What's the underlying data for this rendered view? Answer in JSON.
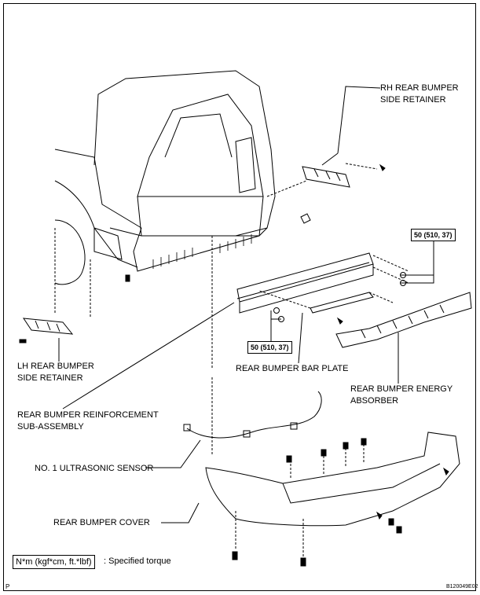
{
  "labels": {
    "rh_retainer": [
      "RH REAR BUMPER",
      "SIDE RETAINER"
    ],
    "lh_retainer": [
      "LH REAR BUMPER",
      "SIDE RETAINER"
    ],
    "bar_plate": "REAR BUMPER BAR PLATE",
    "energy_absorber": [
      "REAR BUMPER ENERGY",
      "ABSORBER"
    ],
    "reinforcement": [
      "REAR BUMPER REINFORCEMENT",
      "SUB-ASSEMBLY"
    ],
    "sensor": "NO. 1 ULTRASONIC SENSOR",
    "cover": "REAR BUMPER COVER"
  },
  "torque": {
    "upper": "50 (510, 37)",
    "lower": "50 (510, 37)"
  },
  "legend": {
    "unit": "N*m (kgf*cm, ft.*lbf)",
    "description": ": Specified torque"
  },
  "footer": {
    "corner_mark": "P",
    "figure_code": "B120049E02"
  }
}
